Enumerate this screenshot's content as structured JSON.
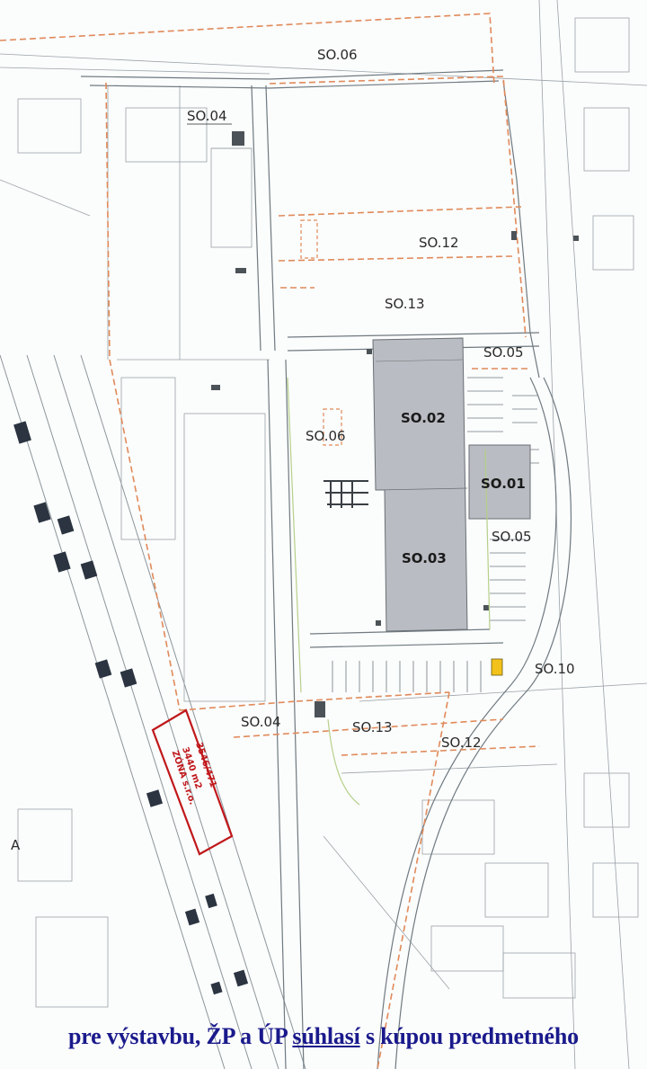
{
  "map": {
    "labels": {
      "so06_top": "SO.06",
      "so04_top": "SO.04",
      "so12_top": "SO.12",
      "so13_top": "SO.13",
      "so05_top": "SO.05",
      "so02": "SO.02",
      "so06_mid": "SO.06",
      "so01": "SO.01",
      "so05_mid": "SO.05",
      "so03": "SO.03",
      "so10": "SO.10",
      "so04_bottom": "SO.04",
      "so13_bottom": "SO.13",
      "so12_bottom": "SO.12"
    },
    "zone": {
      "line1": "ZÓNA s.r.o.",
      "line2": "3440 m2",
      "line3": "3546/471"
    },
    "side_letter": "A"
  },
  "caption": {
    "part1": "pre výstavbu, ŽP a ÚP ",
    "underlined": "súhlasí",
    "part2": " s kúpou predmetného"
  },
  "colors": {
    "building": "#b9bcc2",
    "boundary": "#e08a5a",
    "parcel_line": "#9aa3a8",
    "zone": "#c0181b",
    "caption": "#1a1a8c",
    "marker": "#f2c21a"
  }
}
